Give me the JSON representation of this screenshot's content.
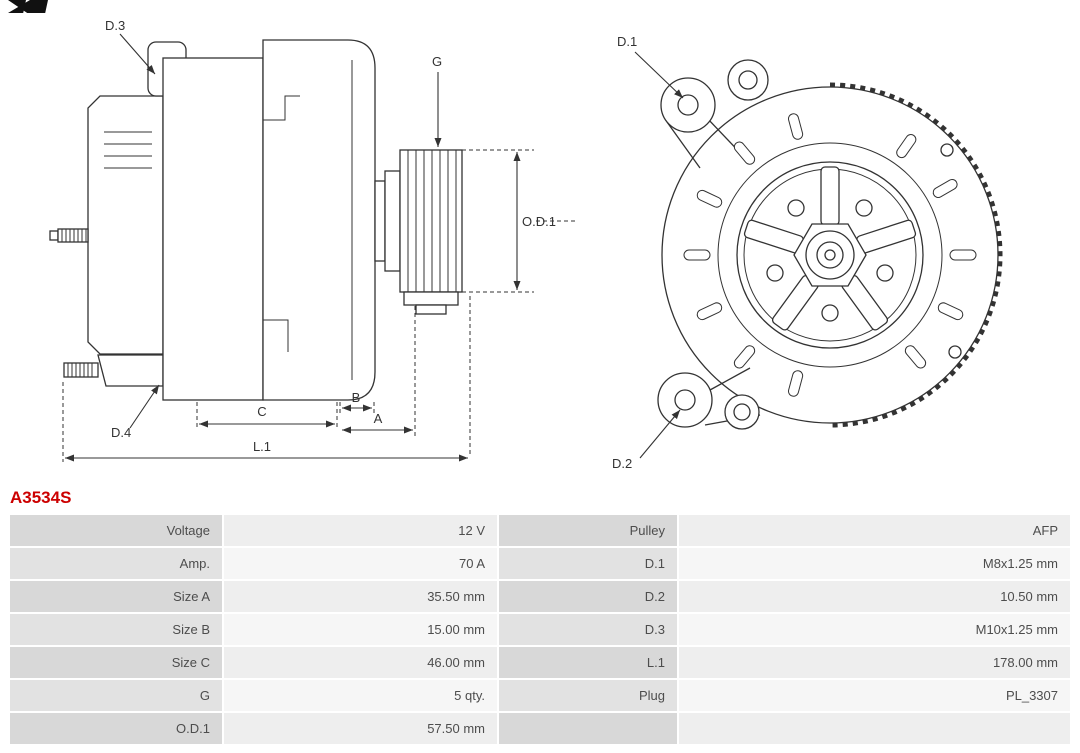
{
  "part_number": "A3534S",
  "colors": {
    "part_number_accent": "#cc0000",
    "drawing_stroke": "#333333",
    "table_label_bg": "#d8d8d8",
    "table_value_bg": "#eeeeee"
  },
  "drawings": {
    "side_view": {
      "labels": {
        "d3": "D.3",
        "d4": "D.4",
        "g": "G",
        "od1": "O.D.1",
        "a": "A",
        "b": "B",
        "c": "C",
        "l1": "L.1"
      }
    },
    "front_view": {
      "labels": {
        "d1": "D.1",
        "d2": "D.2"
      }
    }
  },
  "specs": {
    "rows": [
      {
        "l1": "Voltage",
        "v1": "12 V",
        "l2": "Pulley",
        "v2": "AFP"
      },
      {
        "l1": "Amp.",
        "v1": "70 A",
        "l2": "D.1",
        "v2": "M8x1.25 mm"
      },
      {
        "l1": "Size A",
        "v1": "35.50 mm",
        "l2": "D.2",
        "v2": "10.50 mm"
      },
      {
        "l1": "Size B",
        "v1": "15.00 mm",
        "l2": "D.3",
        "v2": "M10x1.25 mm"
      },
      {
        "l1": "Size C",
        "v1": "46.00 mm",
        "l2": "L.1",
        "v2": "178.00 mm"
      },
      {
        "l1": "G",
        "v1": "5 qty.",
        "l2": "Plug",
        "v2": "PL_3307"
      },
      {
        "l1": "O.D.1",
        "v1": "57.50 mm",
        "l2": "",
        "v2": ""
      }
    ]
  }
}
